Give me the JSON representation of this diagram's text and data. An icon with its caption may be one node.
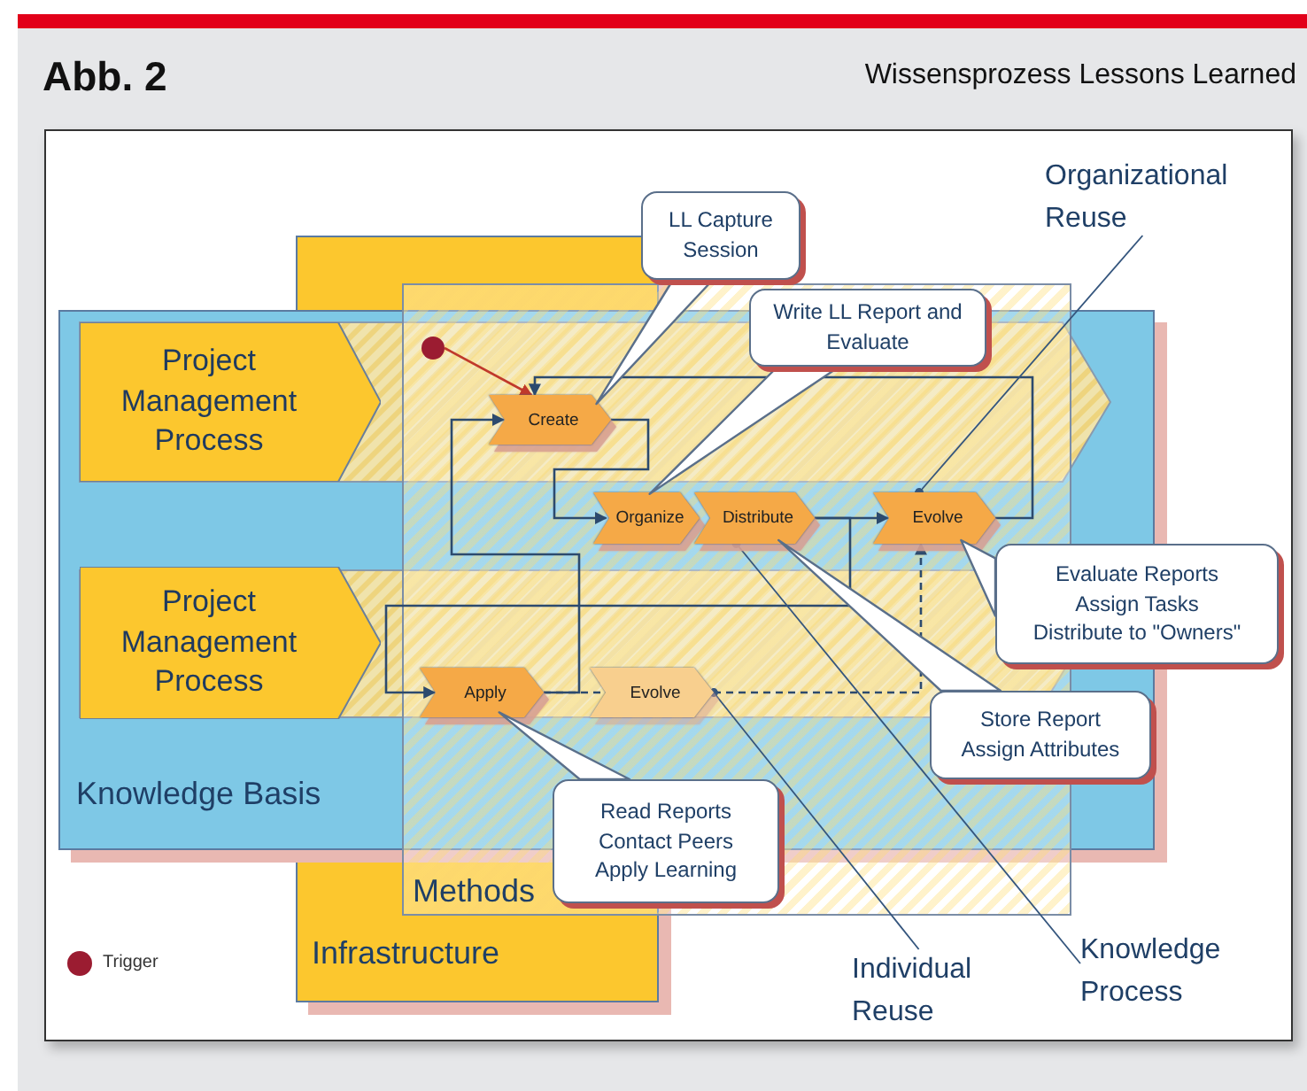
{
  "diagram": {
    "title": "Wissensprozess Lessons Learned",
    "nodes": [
      {
        "text": [
          "Infrastructure"
        ]
      },
      {
        "text": [
          "Knowledge Basis"
        ]
      },
      {
        "text": [
          "Methods"
        ]
      },
      {
        "text": [
          "Project Management Process"
        ],
        "in": 1
      },
      {
        "text": [
          "Project Management Process"
        ],
        "in": 1
      },
      {
        "text": [
          "Create"
        ],
        "in": 2
      },
      {
        "text": [
          "Organize"
        ],
        "in": 2
      },
      {
        "text": [
          "Distribute"
        ],
        "in": 2
      },
      {
        "text": [
          "Evolve"
        ],
        "in": 2
      },
      {
        "text": [
          "Apply"
        ],
        "in": 2
      },
      {
        "text": [
          "Evolve"
        ],
        "in": 2
      },
      {
        "text": [],
        "shape": "circle",
        "in": 2
      },
      {
        "text": [
          "LL Capture Session"
        ]
      },
      {
        "text": [
          "Write LL Report and Evaluate"
        ],
        "in": 2
      },
      {
        "text": [
          "Evaluate Reports",
          "Assign Tasks",
          "Distribute to \"Owners\""
        ]
      },
      {
        "text": [
          "Store Report",
          "Assign Attributes"
        ],
        "in": 1
      },
      {
        "text": [
          "Read Reports",
          "Contact Peers",
          "Apply Learning"
        ],
        "in": 2
      },
      {
        "text": [
          "Organizational Reuse"
        ]
      },
      {
        "text": [
          "Individual Reuse"
        ]
      },
      {
        "text": [
          "Knowledge Process"
        ]
      }
    ],
    "edges": [
      {
        "from": 11,
        "to": 5,
        "arrow": "to",
        "color": "#c0392b"
      },
      {
        "from": 5,
        "to": 6,
        "arrow": "to"
      },
      {
        "from": 7,
        "to": 8,
        "arrow": "to"
      },
      {
        "from": 8,
        "to": 5,
        "arrow": "to"
      },
      {
        "from": 7,
        "to": 9,
        "arrow": "to"
      },
      {
        "from": 9,
        "to": 5,
        "arrow": "to"
      },
      {
        "from": 9,
        "to": 10,
        "arrow": "none",
        "style": "dashed"
      },
      {
        "from": 10,
        "to": 8,
        "arrow": "to",
        "style": "dashed"
      },
      {
        "from": 12,
        "to": 5,
        "arrow": "none"
      },
      {
        "from": 13,
        "to": 6,
        "arrow": "none"
      },
      {
        "from": 14,
        "to": 8,
        "arrow": "none"
      },
      {
        "from": 15,
        "to": 7,
        "arrow": "none"
      },
      {
        "from": 16,
        "to": 9,
        "arrow": "none"
      },
      {
        "from": 17,
        "to": 8,
        "arrow": "other"
      },
      {
        "from": 18,
        "to": 10,
        "arrow": "other"
      },
      {
        "from": 19,
        "to": 7,
        "arrow": "other"
      }
    ],
    "labels": [
      "Abb. 2"
    ],
    "legend": [
      {
        "text": "Trigger",
        "color": "#9b1c31"
      }
    ]
  }
}
